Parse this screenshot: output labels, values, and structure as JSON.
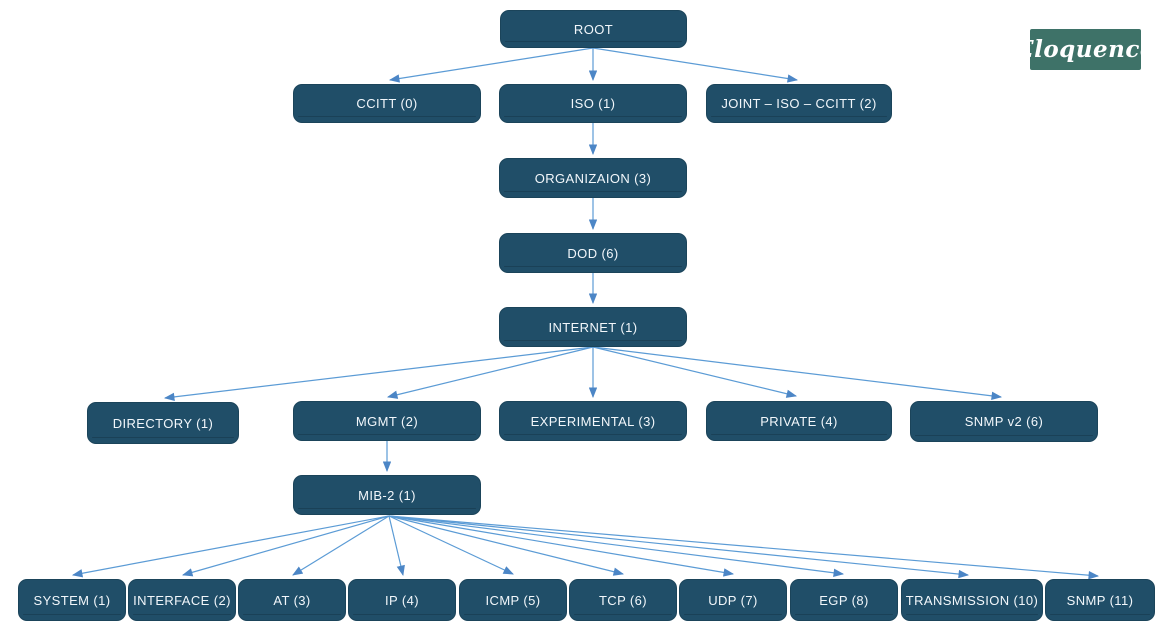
{
  "logo": {
    "text": "Eloquence",
    "background_color": "#3E7268",
    "text_color": "#FFFFFF"
  },
  "colors": {
    "node_fill": "#204E68",
    "node_border": "#1B445A",
    "node_text": "#F2F7FB",
    "arrow": "#5B9BD5",
    "background": "#FFFFFF"
  },
  "nodes": {
    "root": {
      "label": "ROOT"
    },
    "ccitt": {
      "label": "CCITT (0)"
    },
    "joint_iso_ccitt": {
      "label": "JOINT – ISO – CCITT (2)"
    },
    "iso": {
      "label": "ISO (1)"
    },
    "organizaion": {
      "label": "ORGANIZAION (3)"
    },
    "dod": {
      "label": "DOD (6)"
    },
    "internet": {
      "label": "INTERNET (1)"
    },
    "directory": {
      "label": "DIRECTORY (1)"
    },
    "mgmt": {
      "label": "MGMT (2)"
    },
    "experimental": {
      "label": "EXPERIMENTAL (3)"
    },
    "private": {
      "label": "PRIVATE (4)"
    },
    "snmp_v2": {
      "label": "SNMP v2 (6)"
    },
    "mib_2": {
      "label": "MIB-2 (1)"
    },
    "system": {
      "label": "SYSTEM (1)"
    },
    "interface": {
      "label": "INTERFACE (2)"
    },
    "at": {
      "label": "AT (3)"
    },
    "ip": {
      "label": "IP (4)"
    },
    "icmp": {
      "label": "ICMP (5)"
    },
    "tcp": {
      "label": "TCP (6)"
    },
    "udp": {
      "label": "UDP (7)"
    },
    "egp": {
      "label": "EGP (8)"
    },
    "transmission": {
      "label": "TRANSMISSION (10)"
    },
    "snmp": {
      "label": "SNMP (11)"
    }
  },
  "edges": [
    {
      "from": "ROOT",
      "to": "CCITT (0)"
    },
    {
      "from": "ROOT",
      "to": "ISO (1)"
    },
    {
      "from": "ROOT",
      "to": "JOINT – ISO – CCITT (2)"
    },
    {
      "from": "ISO (1)",
      "to": "ORGANIZAION (3)"
    },
    {
      "from": "ORGANIZAION (3)",
      "to": "DOD (6)"
    },
    {
      "from": "DOD (6)",
      "to": "INTERNET (1)"
    },
    {
      "from": "INTERNET (1)",
      "to": "DIRECTORY (1)"
    },
    {
      "from": "INTERNET (1)",
      "to": "MGMT (2)"
    },
    {
      "from": "INTERNET (1)",
      "to": "EXPERIMENTAL (3)"
    },
    {
      "from": "INTERNET (1)",
      "to": "PRIVATE (4)"
    },
    {
      "from": "INTERNET (1)",
      "to": "SNMP v2 (6)"
    },
    {
      "from": "MGMT (2)",
      "to": "MIB-2 (1)"
    },
    {
      "from": "MIB-2 (1)",
      "to": "SYSTEM (1)"
    },
    {
      "from": "MIB-2 (1)",
      "to": "INTERFACE (2)"
    },
    {
      "from": "MIB-2 (1)",
      "to": "AT (3)"
    },
    {
      "from": "MIB-2 (1)",
      "to": "IP (4)"
    },
    {
      "from": "MIB-2 (1)",
      "to": "ICMP (5)"
    },
    {
      "from": "MIB-2 (1)",
      "to": "TCP (6)"
    },
    {
      "from": "MIB-2 (1)",
      "to": "UDP (7)"
    },
    {
      "from": "MIB-2 (1)",
      "to": "EGP (8)"
    },
    {
      "from": "MIB-2 (1)",
      "to": "TRANSMISSION (10)"
    },
    {
      "from": "MIB-2 (1)",
      "to": "SNMP (11)"
    }
  ]
}
